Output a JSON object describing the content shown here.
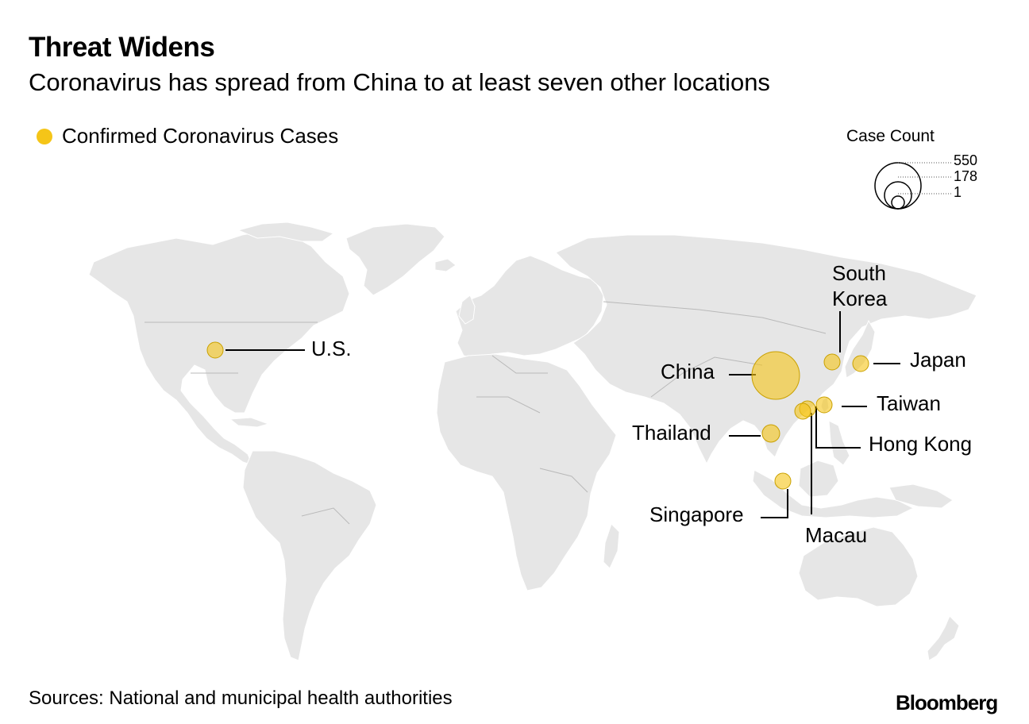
{
  "header": {
    "title": "Threat Widens",
    "subtitle": "Coronavirus has spread from China to at least seven other locations"
  },
  "legend": {
    "label": "Confirmed Coronavirus Cases",
    "color": "#f5c518"
  },
  "size_legend": {
    "title": "Case Count",
    "values": [
      "550",
      "178",
      "1"
    ]
  },
  "map": {
    "land_color": "#e6e6e6",
    "border_color": "#b9b9b9",
    "bubble_color": "#f5c518"
  },
  "locations": [
    {
      "name": "U.S.",
      "lat": 38.5,
      "lon": -98
    },
    {
      "name": "South\nKorea",
      "lat": 37.5,
      "lon": 127.5
    },
    {
      "name": "Japan",
      "lat": 36.5,
      "lon": 138.5
    },
    {
      "name": "China",
      "lat": 33,
      "lon": 107
    },
    {
      "name": "Taiwan",
      "lat": 23.7,
      "lon": 121
    },
    {
      "name": "Thailand",
      "lat": 14,
      "lon": 101
    },
    {
      "name": "Hong Kong",
      "lat": 22.3,
      "lon": 114.2
    },
    {
      "name": "Macau",
      "lat": 22.2,
      "lon": 113.5
    },
    {
      "name": "Singapore",
      "lat": 1.3,
      "lon": 103.8
    }
  ],
  "footer": {
    "source": "Sources: National and municipal health authorities",
    "brand": "Bloomberg"
  }
}
